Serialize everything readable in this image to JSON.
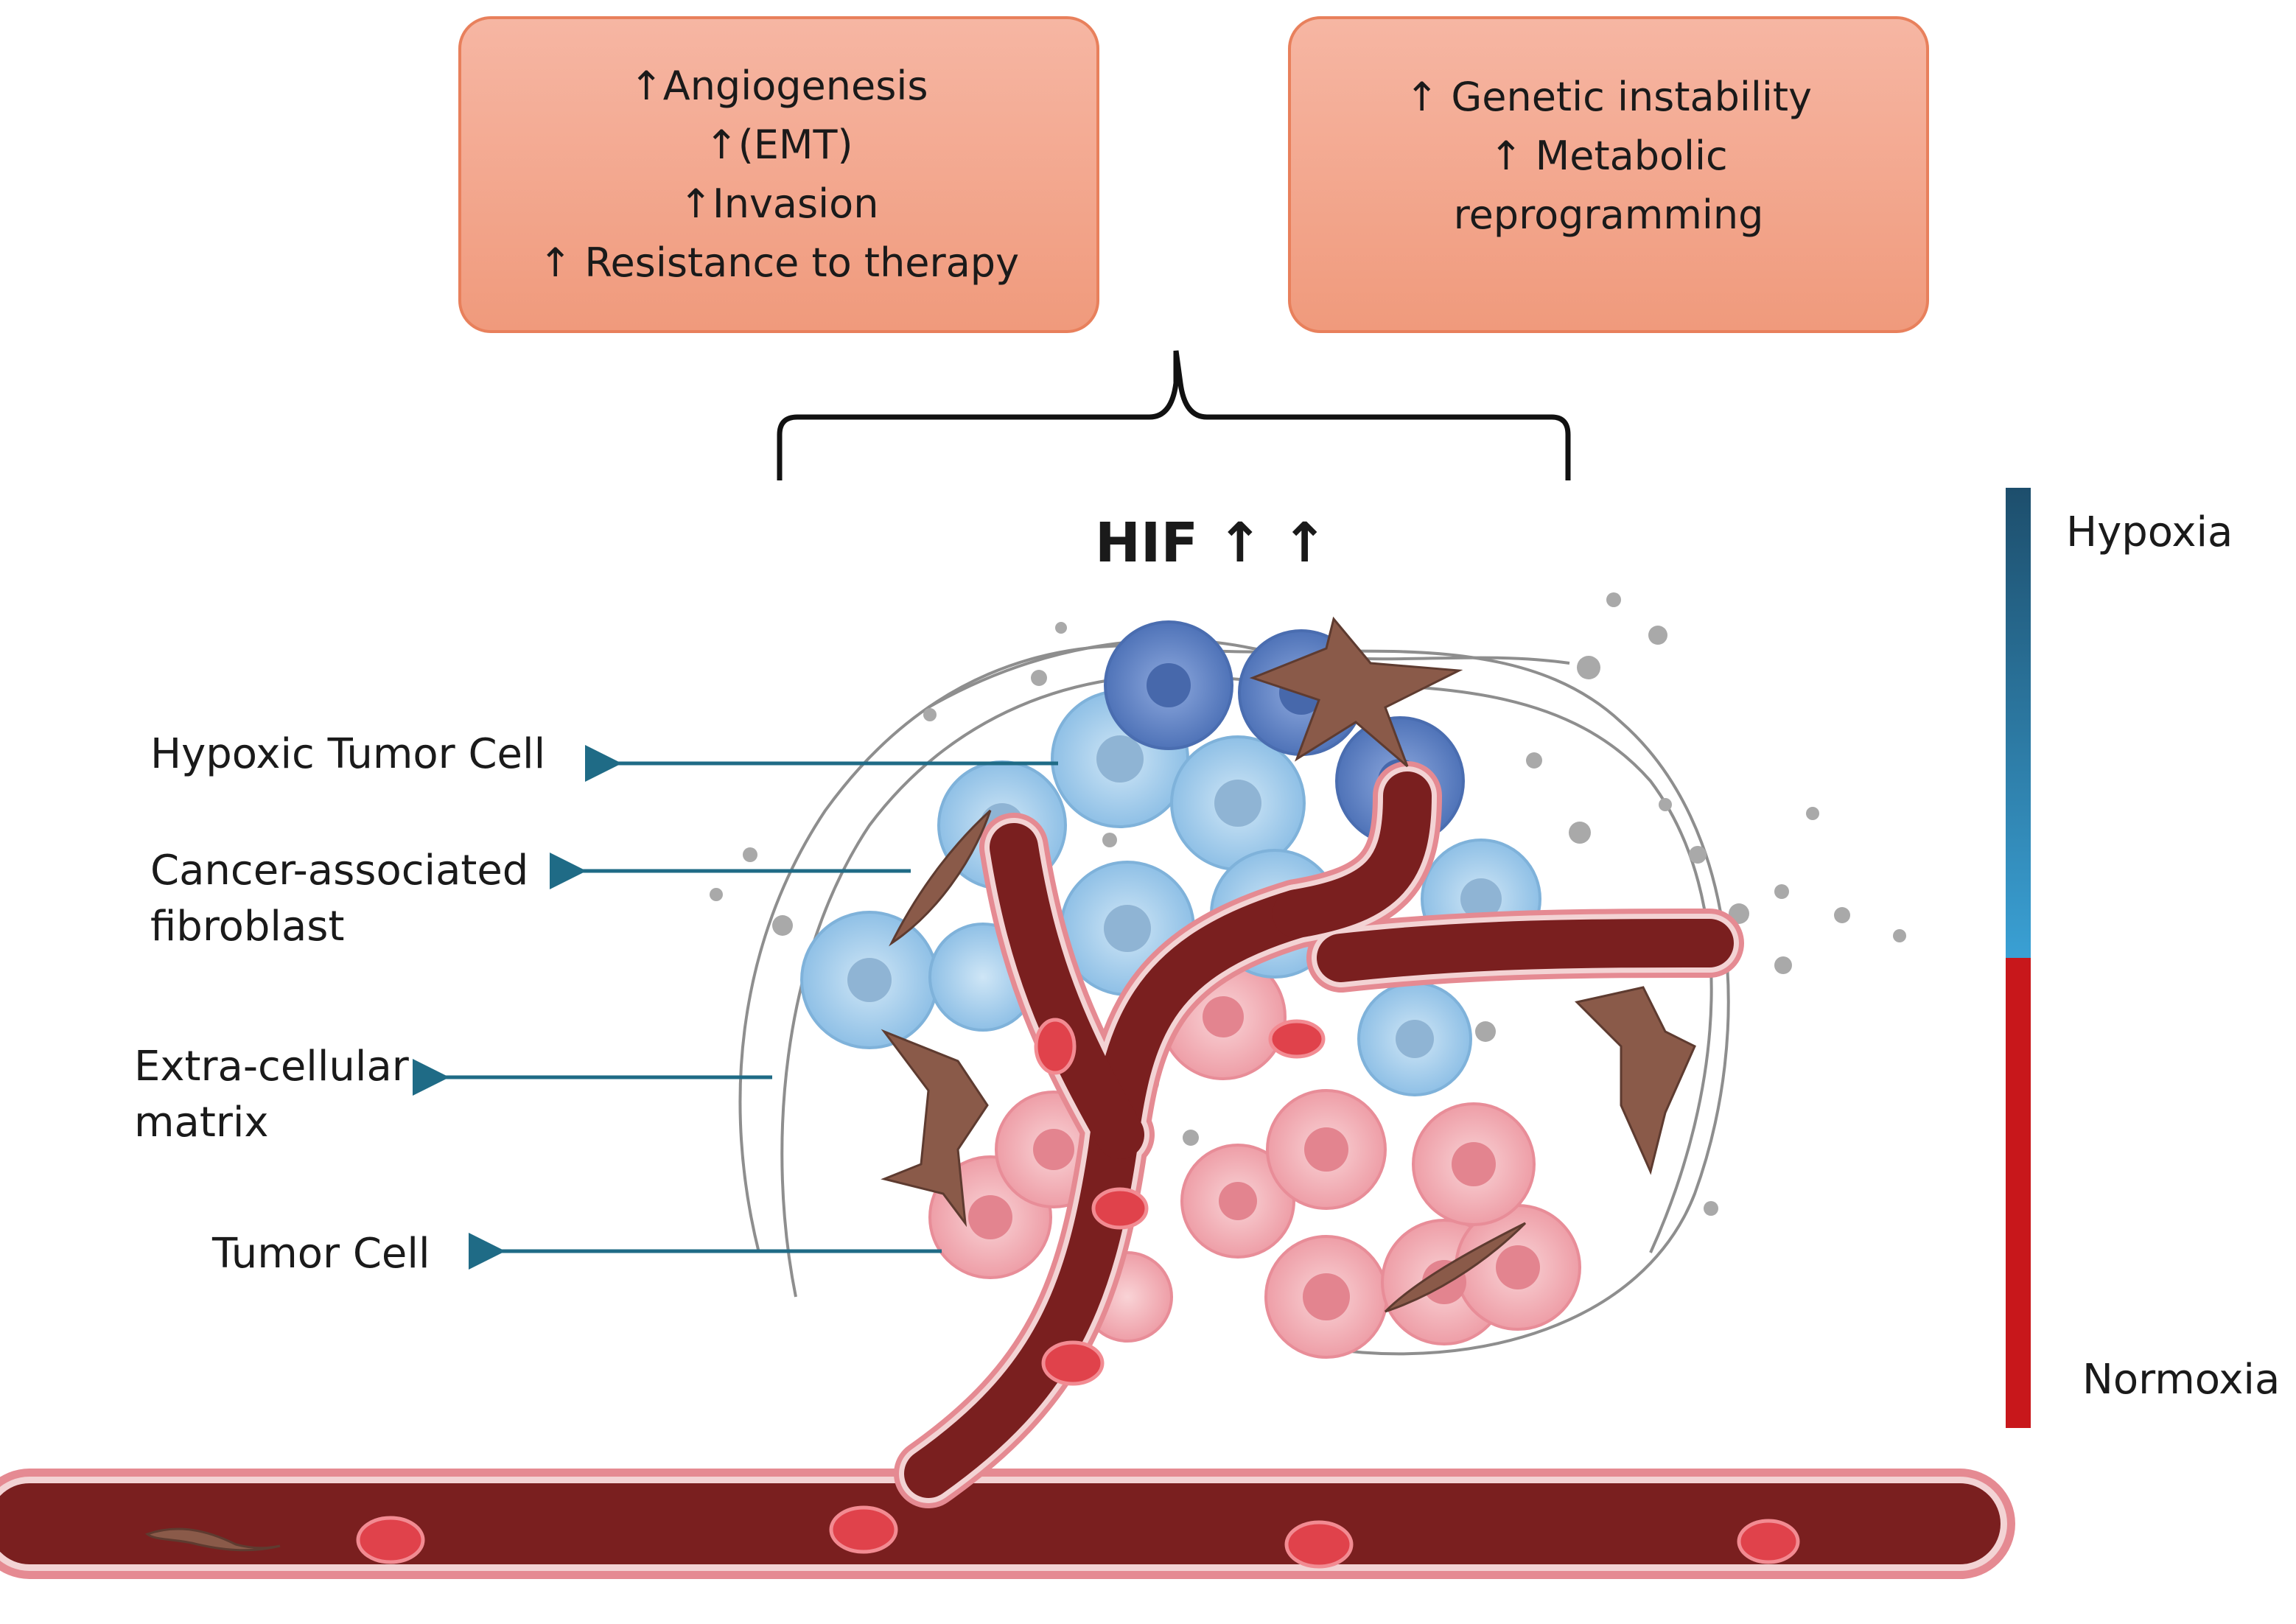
{
  "outcome_boxes": [
    {
      "lines": [
        "↑Angiogenesis",
        "↑(EMT)",
        "↑Invasion",
        "↑ Resistance to therapy"
      ]
    },
    {
      "lines": [
        "↑ Genetic instability",
        "↑  Metabolic",
        "reprogramming"
      ]
    }
  ],
  "center_label": "HIF ↑ ↑",
  "callouts": [
    {
      "line1": "Hypoxic Tumor Cell",
      "line2": ""
    },
    {
      "line1": "Cancer-associated",
      "line2": "fibroblast"
    },
    {
      "line1": "Extra-cellular",
      "line2": "matrix"
    },
    {
      "line1": "Tumor Cell",
      "line2": ""
    }
  ],
  "gradient_legend": {
    "top_label": "Hypoxia",
    "bottom_label": "Normoxia",
    "colors": {
      "hypoxia": "#1d4e6c",
      "transition": "#3aa0d4",
      "normoxia": "#c8171b"
    }
  },
  "colors": {
    "box_fill": "#f3a78e",
    "arrow": "#1f6b86",
    "vessel_dark": "#7a1f1f",
    "vessel_rim": "#e58a92",
    "hypoxic_cell": "#a8d0ec",
    "deep_hypoxic_cell": "#5c86c5",
    "tumor_cell": "#f1b8bf",
    "fibroblast": "#8a5a49"
  }
}
